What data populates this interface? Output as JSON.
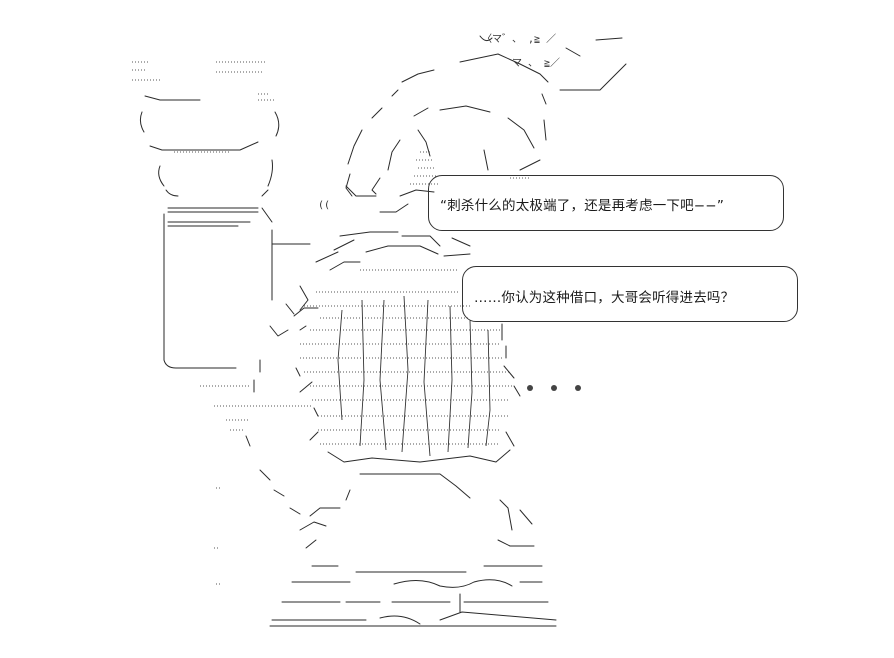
{
  "speech": {
    "line1": "“刺杀什么的太极端了，还是再考虑一下吧−−”",
    "line2": "……你认为这种借口，大哥会听得进去吗？"
  },
  "ascii": {
    "top_right": "〈マ゛、 ,≧ ／",
    "top_right2": "マ 、 ≧／",
    "corner_mark": "(("
  },
  "colors": {
    "ink": "#2a2a2a",
    "paper": "#ffffff"
  }
}
